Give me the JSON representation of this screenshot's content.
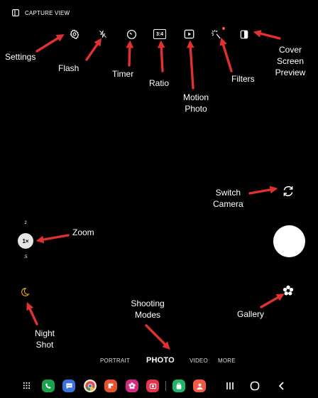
{
  "header": {
    "title": "CAPTURE VIEW"
  },
  "annotations": {
    "settings": "Settings",
    "flash": "Flash",
    "timer": "Timer",
    "ratio": "Ratio",
    "motion_photo": [
      "Motion",
      "Photo"
    ],
    "filters": "Filters",
    "cover_screen_preview": [
      "Cover",
      "Screen",
      "Preview"
    ],
    "switch_camera": [
      "Switch",
      "Camera"
    ],
    "zoom": "Zoom",
    "night_shot": [
      "Night",
      "Shot"
    ],
    "shooting_modes": [
      "Shooting",
      "Modes"
    ],
    "gallery": "Gallery"
  },
  "toolbar": {
    "ratio_label": "3:4"
  },
  "zoom": {
    "top": "2",
    "current": "1×",
    "bottom": ".5"
  },
  "modes": [
    "PORTRAIT",
    "PHOTO",
    "VIDEO",
    "MORE"
  ],
  "colors": {
    "arrow": "#e03030",
    "filter_dot": "#ff5a3a",
    "night_icon": "#e6a41a",
    "background": "#000000"
  },
  "dock": {
    "apps": [
      {
        "name": "phone",
        "color": "#1aa34a"
      },
      {
        "name": "messages",
        "color": "#3b72e0"
      },
      {
        "name": "chrome",
        "color": "#e8e8e8"
      },
      {
        "name": "slides",
        "color": "#e8522d"
      },
      {
        "name": "flower",
        "color": "#d12b85"
      },
      {
        "name": "camera",
        "color": "#e8334f"
      },
      {
        "name": "store",
        "color": "#1fb56b"
      },
      {
        "name": "profile",
        "color": "#f05a47"
      }
    ]
  }
}
